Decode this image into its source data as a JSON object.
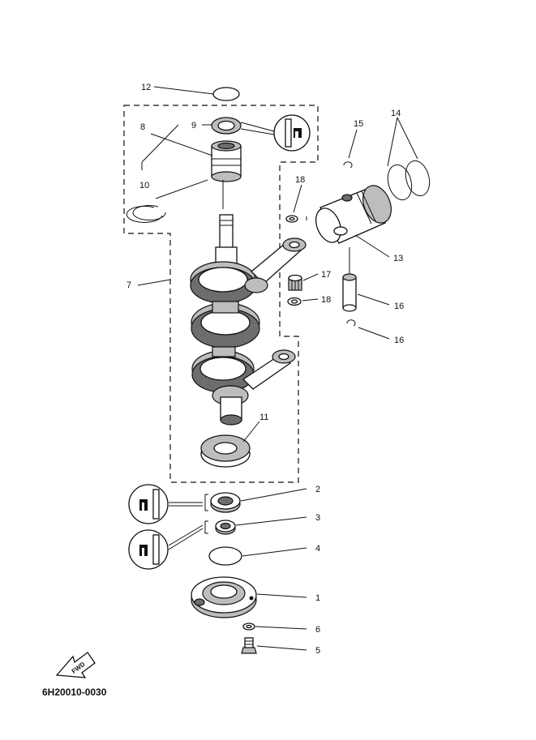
{
  "diagram": {
    "code": "6H20010-0030",
    "fwd_label": "FWD",
    "callouts": [
      {
        "id": "c1",
        "text": "1"
      },
      {
        "id": "c2",
        "text": "2"
      },
      {
        "id": "c3",
        "text": "3"
      },
      {
        "id": "c4",
        "text": "4"
      },
      {
        "id": "c5",
        "text": "5"
      },
      {
        "id": "c6",
        "text": "6"
      },
      {
        "id": "c7",
        "text": "7"
      },
      {
        "id": "c8",
        "text": "8"
      },
      {
        "id": "c9",
        "text": "9"
      },
      {
        "id": "c10",
        "text": "10"
      },
      {
        "id": "c11",
        "text": "11"
      },
      {
        "id": "c12",
        "text": "12"
      },
      {
        "id": "c13",
        "text": "13"
      },
      {
        "id": "c14",
        "text": "14"
      },
      {
        "id": "c15",
        "text": "15"
      },
      {
        "id": "c16a",
        "text": "16"
      },
      {
        "id": "c16b",
        "text": "16"
      },
      {
        "id": "c17",
        "text": "17"
      },
      {
        "id": "c18a",
        "text": "18"
      },
      {
        "id": "c18b",
        "text": "18"
      }
    ]
  }
}
